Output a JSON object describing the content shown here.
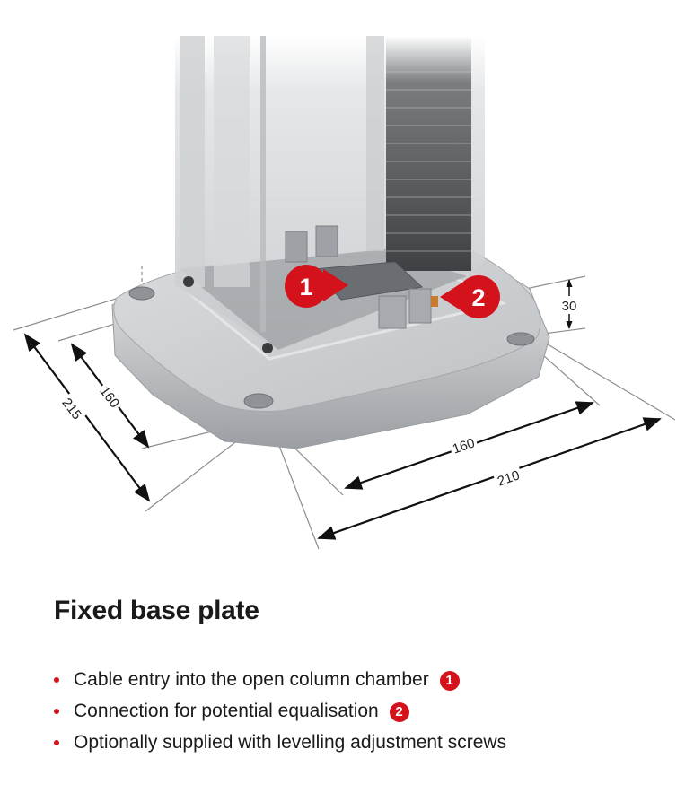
{
  "dimensions": {
    "depth_outer": "215",
    "depth_inner": "160",
    "width_inner": "160",
    "width_outer": "210",
    "height": "30"
  },
  "markers": {
    "cable_entry": "1",
    "equalisation": "2"
  },
  "title": "Fixed base plate",
  "bullets": [
    {
      "text": "Cable entry into the open column chamber",
      "badge": "1"
    },
    {
      "text": "Connection for potential equalisation",
      "badge": "2"
    },
    {
      "text": "Optionally supplied with levelling adjustment screws",
      "badge": ""
    }
  ],
  "colors": {
    "accent_red": "#d3121b",
    "plate_silver": "#c7c9cc",
    "text": "#1a1a1a"
  },
  "icons": [
    "cable-entry-marker",
    "equalisation-marker",
    "bullet-dot"
  ]
}
